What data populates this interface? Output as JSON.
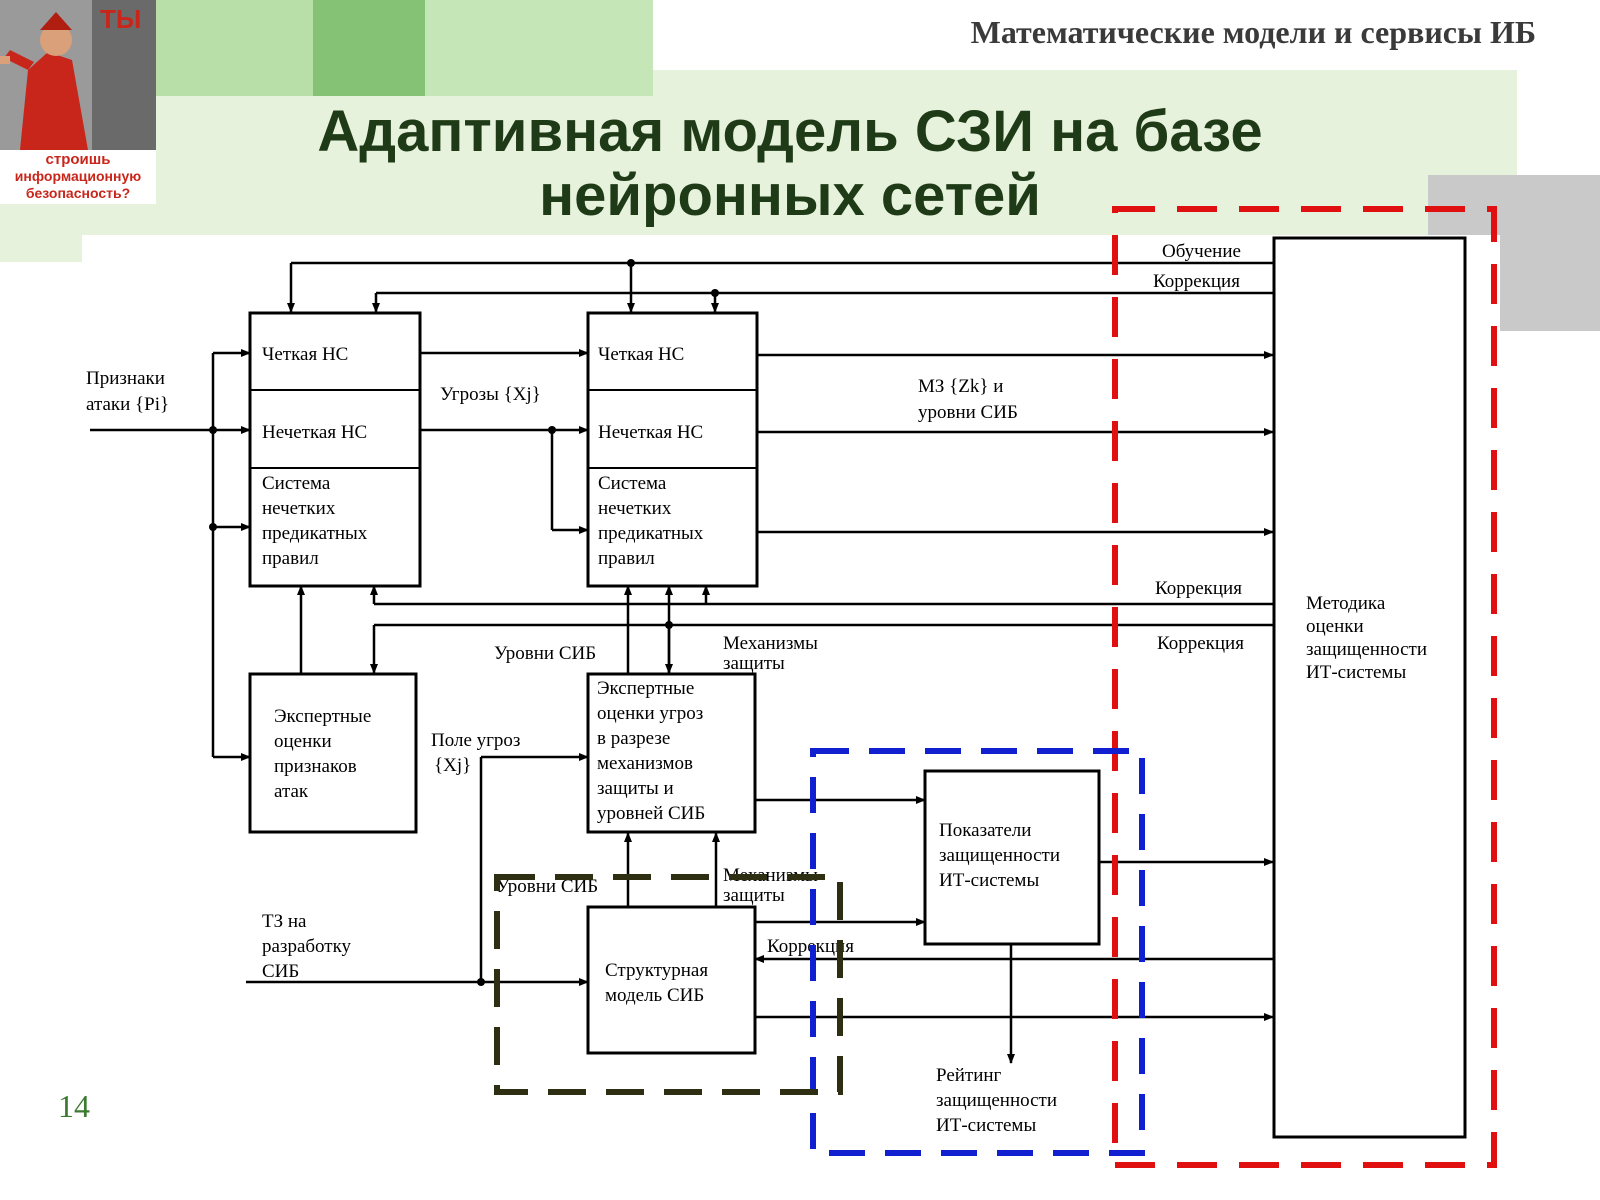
{
  "header": {
    "title": "Математические модели и сервисы ИБ",
    "poster": {
      "big_text": "ТЫ",
      "caption": [
        "строишь",
        "информационную",
        "безопасность?"
      ]
    }
  },
  "slide": {
    "title_line1": "Адаптивная модель СЗИ на базе",
    "title_line2": "нейронных сетей",
    "page_number": "14"
  },
  "diagram": {
    "blocks": {
      "nn1_crisp": "Четкая НС",
      "nn1_fuzzy": "Нечеткая НС",
      "nn1_rules": [
        "Система",
        "нечетких",
        "предикатных",
        "правил"
      ],
      "nn2_crisp": "Четкая НС",
      "nn2_fuzzy": "Нечеткая НС",
      "nn2_rules": [
        "Система",
        "нечетких",
        "предикатных",
        "правил"
      ],
      "expert_attacks": [
        "Экспертные",
        "оценки",
        "признаков",
        "атак"
      ],
      "expert_threats": [
        "Экспертные",
        "оценки угроз",
        "в разрезе",
        "механизмов",
        "защиты и",
        "уровней СИБ"
      ],
      "structural_model": [
        "Структурная",
        "модель СИБ"
      ],
      "security_indicators": [
        "Показатели",
        "защищенности",
        "ИТ-системы"
      ],
      "methodology": [
        "Методика",
        "оценки",
        "защищенности",
        "ИТ-системы"
      ]
    },
    "labels": {
      "attack_features": [
        "Признаки",
        "атаки {Pi}"
      ],
      "threats": "Угрозы {Xj}",
      "mz_levels": [
        "МЗ {Zk} и",
        "уровни СИБ"
      ],
      "training": "Обучение",
      "correction_top": "Коррекция",
      "correction_mid1": "Коррекция",
      "correction_mid2": "Коррекция",
      "correction_low": "Коррекция",
      "sib_levels_1": "Уровни СИБ",
      "mechanisms_1": [
        "Механизмы",
        "защиты"
      ],
      "threat_field": [
        "Поле угроз",
        "{Xj}"
      ],
      "sib_levels_2": "Уровни СИБ",
      "mechanisms_2": [
        "Механизмы",
        "защиты"
      ],
      "tz_dev": [
        "ТЗ на",
        "разработку",
        "СИБ"
      ],
      "rating": [
        "Рейтинг",
        "защищенности",
        "ИТ-системы"
      ]
    },
    "colors": {
      "red_frame": "#e01010",
      "blue_frame": "#1020d0",
      "olive_frame": "#2e2e12",
      "title_green": "#1e3a16",
      "page_number": "#3c7a30"
    }
  }
}
